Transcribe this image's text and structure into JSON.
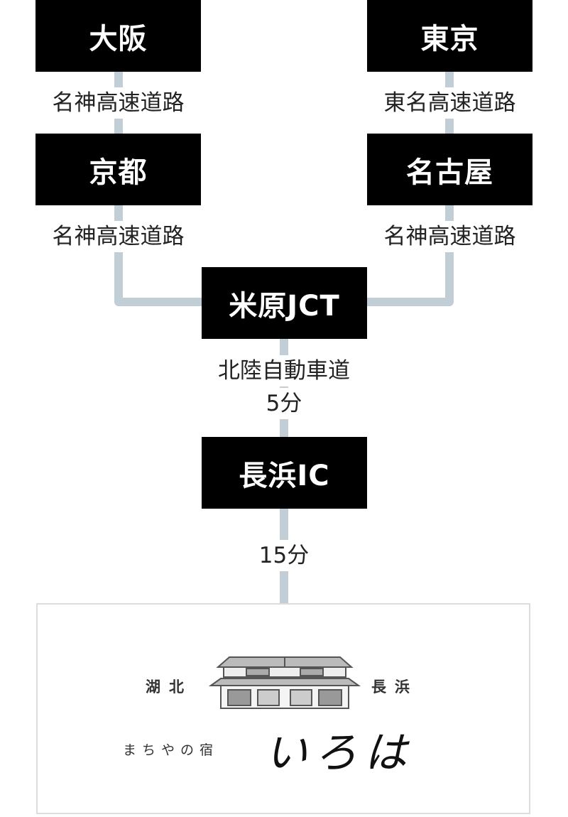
{
  "colors": {
    "node_bg": "#000000",
    "node_text": "#ffffff",
    "connector": "#c2ced6",
    "border": "#dddddd"
  },
  "nodes": {
    "osaka": "大阪",
    "tokyo": "東京",
    "kyoto": "京都",
    "nagoya": "名古屋",
    "maibara": "米原JCT",
    "nagahama_ic": "長浜IC"
  },
  "routes": {
    "osaka_kyoto": "名神高速道路",
    "tokyo_nagoya": "東名高速道路",
    "kyoto_maibara": "名神高速道路",
    "nagoya_maibara": "名神高速道路",
    "maibara_nagahama_road": "北陸自動車道",
    "maibara_nagahama_time": "5分",
    "nagahama_dest_time": "15分"
  },
  "destination": {
    "left_word": "湖北",
    "right_word": "長浜",
    "tagline": "まちやの宿",
    "name": "いろは",
    "house_icon": "machiya-house-icon"
  }
}
